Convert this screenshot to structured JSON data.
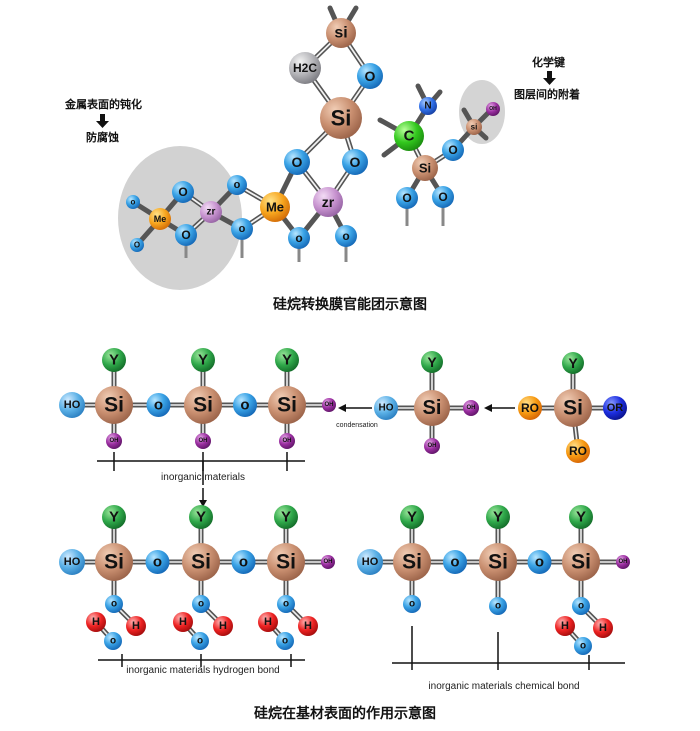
{
  "figure1": {
    "caption": "硅烷转换膜官能团示意图",
    "left_note": {
      "top": "金属表面的钝化",
      "bottom": "防腐蚀"
    },
    "right_note": {
      "top": "化学键",
      "bottom": "图层间的附着"
    },
    "atoms": {
      "si_top": "si",
      "h2c": "H2C",
      "o_top": "O",
      "si_main": "Si",
      "o_l": "O",
      "o_r": "O",
      "me_mid": "Me",
      "zr_mid": "zr",
      "o_b1": "o",
      "o_b2": "o",
      "me_left": "Me",
      "zr_left": "zr",
      "o_l1": "o",
      "o_l2": "o",
      "o_l3": "O",
      "o_l4": "O",
      "o_l5": "o",
      "o_l6": "O",
      "n": "N",
      "c": "C",
      "si_r": "Si",
      "o_r1": "O",
      "o_r2": "O",
      "o_r3": "O",
      "si_small": "si",
      "oh_small": "OH"
    }
  },
  "figure2": {
    "caption": "硅烷在基材表面的作用示意图",
    "condensation_label": "condensation",
    "base_labels": {
      "top": "inorganic materials",
      "hydrogen": "inorganic materials hydrogen bond",
      "chemical": "inorganic materials chemical bond"
    },
    "atoms": {
      "si": "Si",
      "y": "Y",
      "o": "o",
      "ho": "HO",
      "oh": "OH",
      "ro": "RO",
      "or": "OR",
      "h": "H"
    }
  }
}
